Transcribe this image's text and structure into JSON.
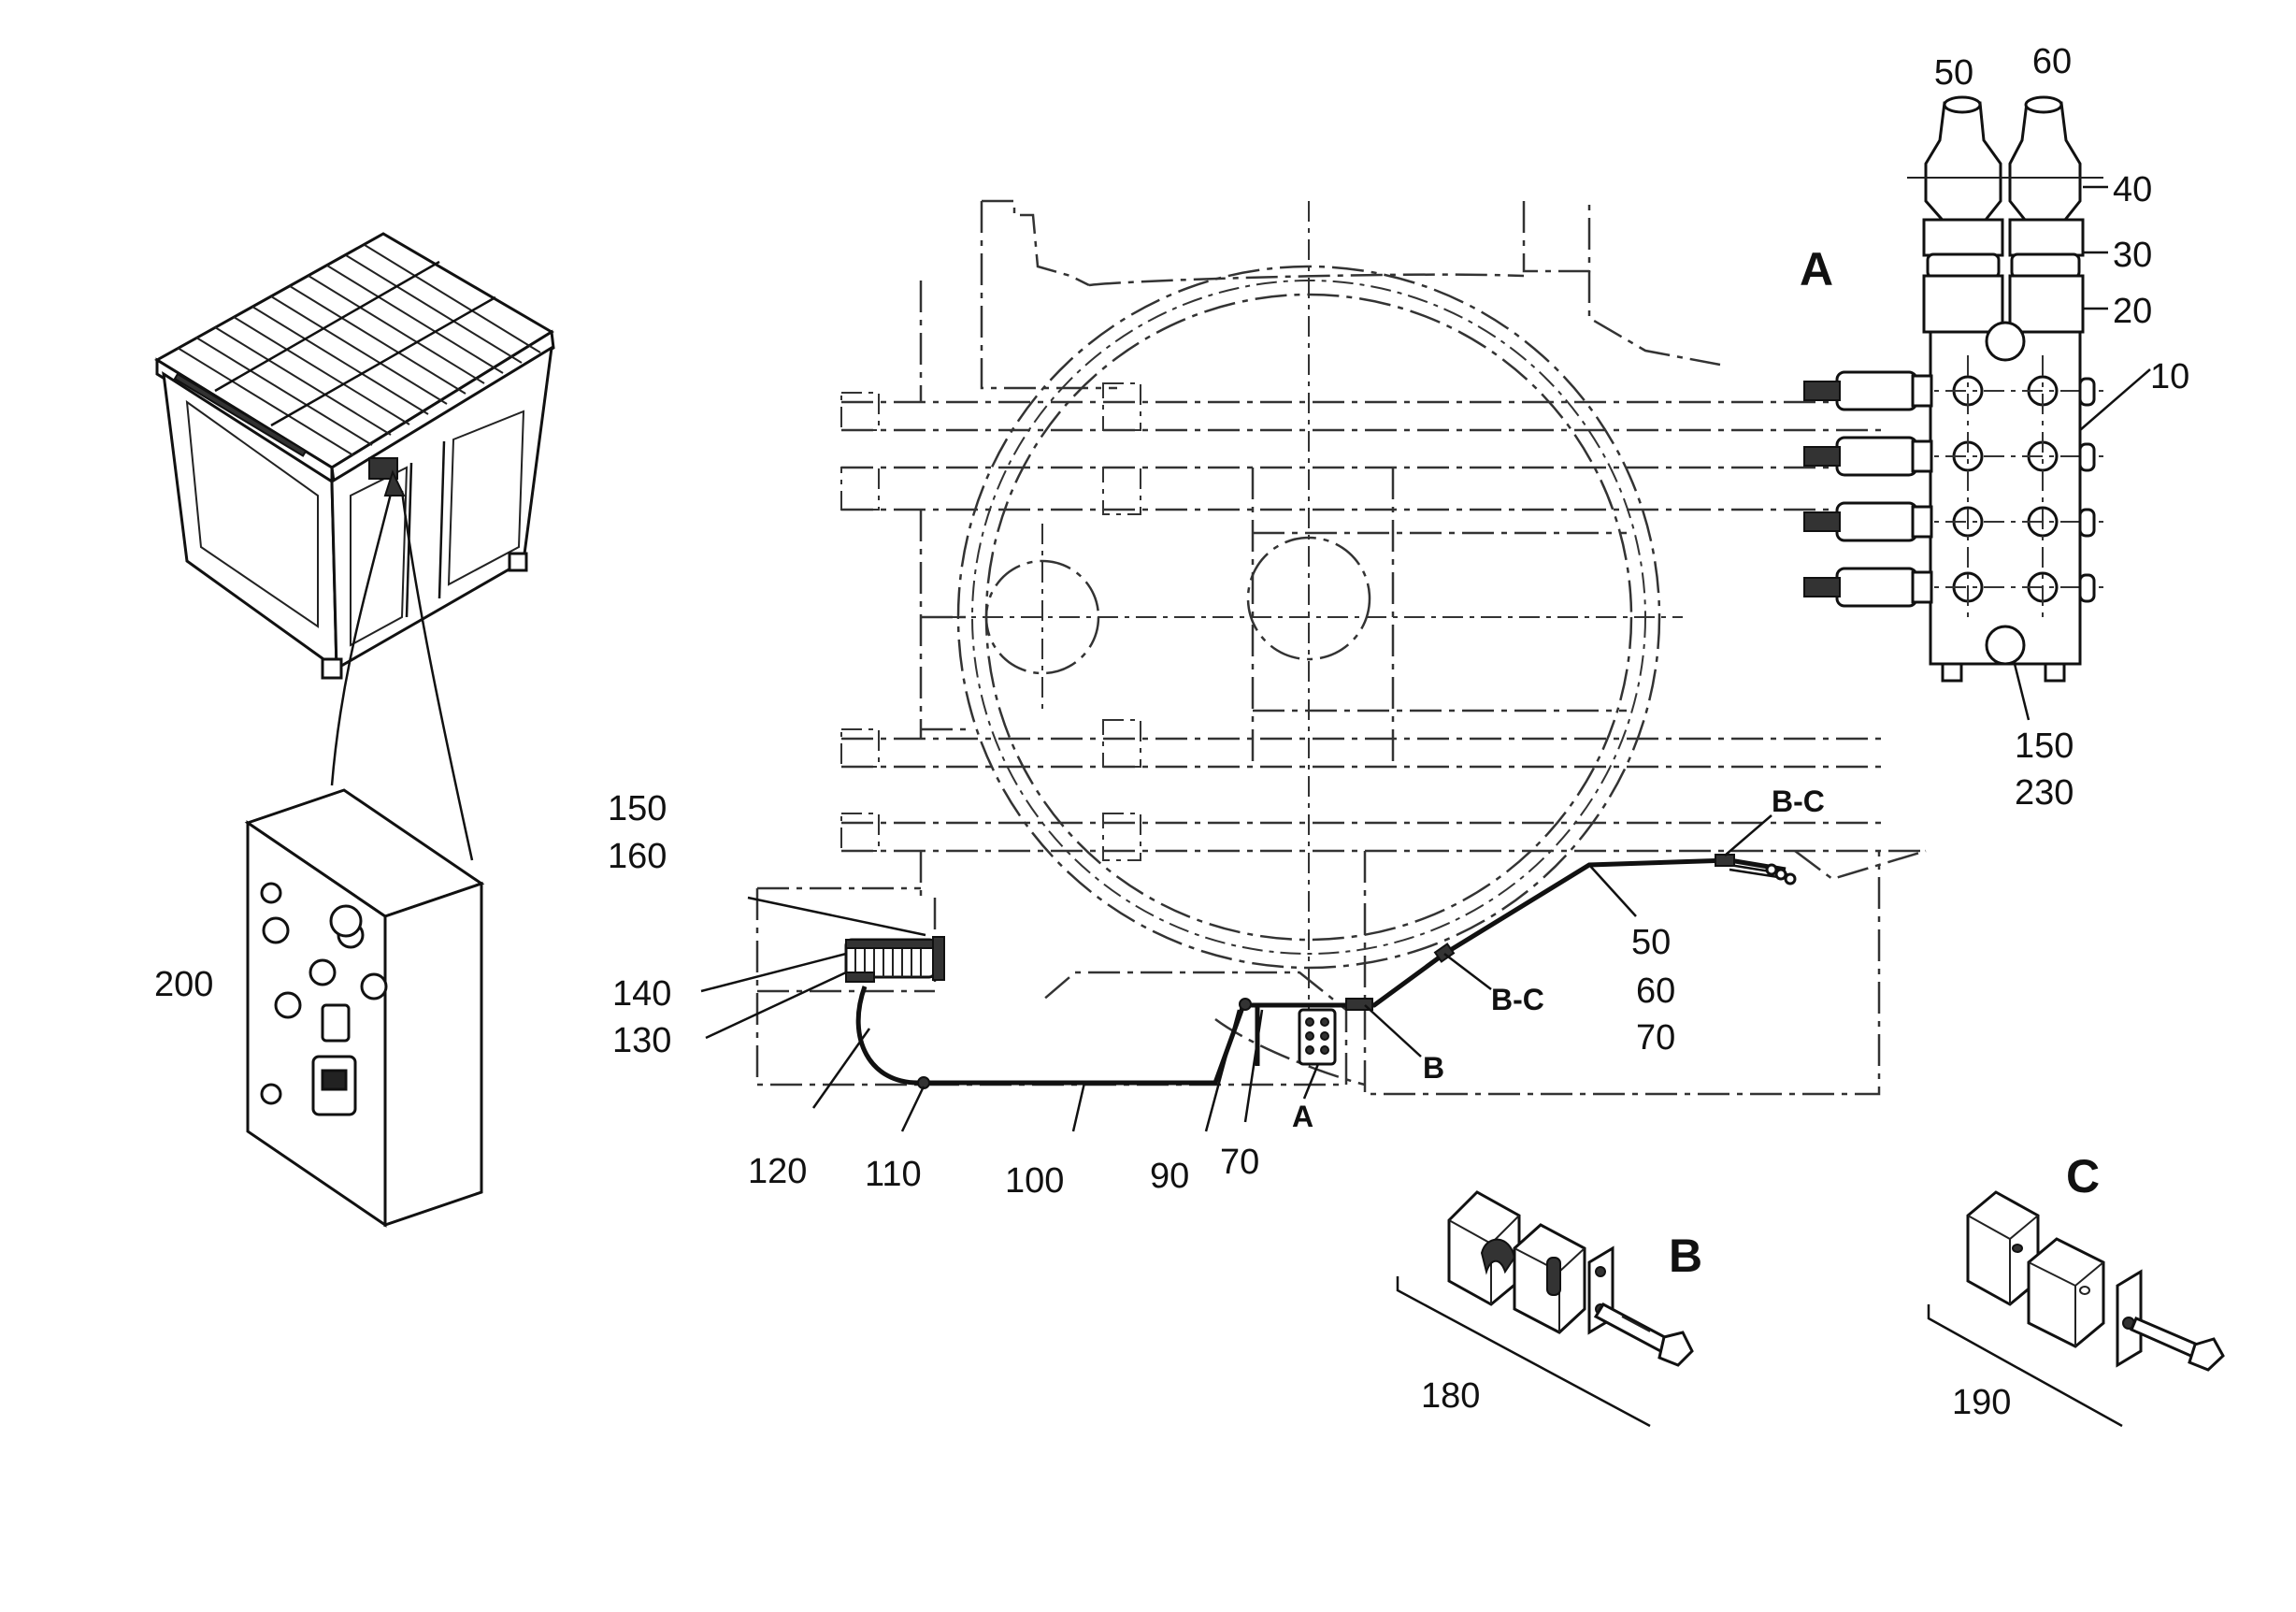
{
  "callouts": {
    "c50_top": "50",
    "c60_top": "60",
    "c40": "40",
    "c30": "30",
    "c20": "20",
    "c10": "10",
    "c150_230_a": "150",
    "c150_230_b": "230",
    "c150_160_a": "150",
    "c150_160_b": "160",
    "c140": "140",
    "c130": "130",
    "c200": "200",
    "c120": "120",
    "c110": "110",
    "c100": "100",
    "c90": "90",
    "c70_low": "70",
    "c50_mid": "50",
    "c60_mid": "60",
    "c70_mid": "70",
    "c180": "180",
    "c190": "190"
  },
  "detail_letters": {
    "A_big": "A",
    "A_small": "A",
    "B_small": "B",
    "B_big": "B",
    "C_big": "C",
    "BC_top": "B-C",
    "BC_mid": "B-C"
  }
}
